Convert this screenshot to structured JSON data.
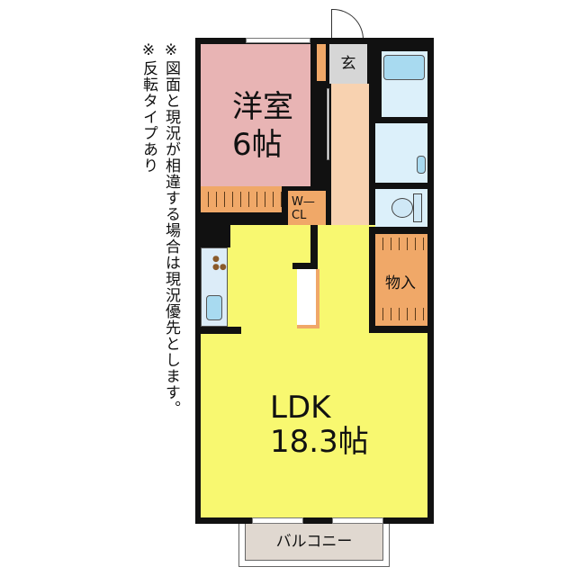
{
  "notes": {
    "line1": "※図面と現況が相違する場合は現況優先とします。",
    "line2": "※反転タイプあり"
  },
  "rooms": {
    "western": {
      "name": "洋室",
      "size": "6帖"
    },
    "entrance": {
      "name": "玄"
    },
    "wcl": {
      "line1": "W—",
      "line2": "CL"
    },
    "storage": {
      "name": "物入"
    },
    "ldk": {
      "name": "LDK",
      "size": "18.3帖"
    },
    "balcony": {
      "name": "バルコニー"
    }
  },
  "colors": {
    "western": "#e8b4b4",
    "ldk": "#f8f870",
    "closet": "#f0a868",
    "wet": "#dcf0fa",
    "hall": "#f8d2b0",
    "entrance": "#d6d6d6",
    "balcony": "#e0d8d0"
  }
}
